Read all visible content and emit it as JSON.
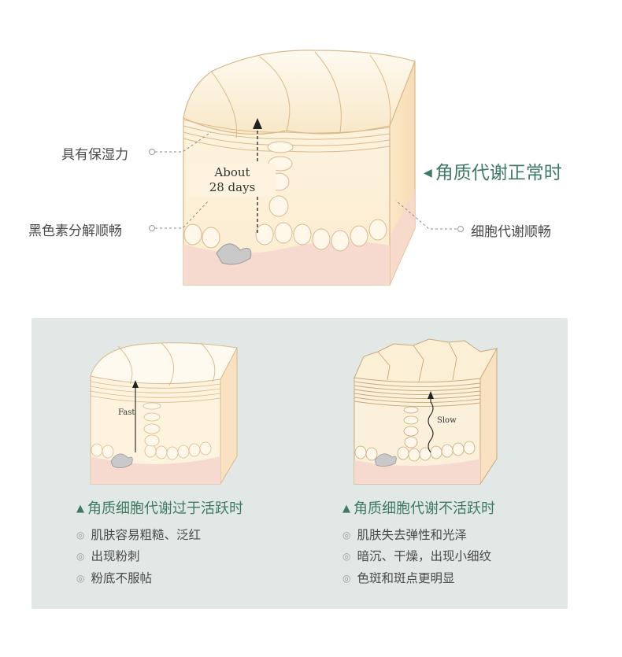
{
  "main_diagram": {
    "arrow_label_line1": "About",
    "arrow_label_line2": "28 days",
    "left_labels": [
      "具有保湿力",
      "黑色素分解顺畅"
    ],
    "right_label": "细胞代谢顺畅",
    "headline": "角质代谢正常时"
  },
  "comparison": {
    "fast": {
      "arrow_label": "Fast",
      "title": "角质细胞代谢过于活跃时",
      "items": [
        "肌肤容易粗糙、泛红",
        "出现粉刺",
        "粉底不服帖"
      ]
    },
    "slow": {
      "arrow_label": "Slow",
      "title": "角质细胞代谢不活跃时",
      "items": [
        "肌肤失去弹性和光泽",
        "暗沉、干燥，出现小细纹",
        "色斑和斑点更明显"
      ]
    }
  },
  "colors": {
    "accent_green": "#3f7a64",
    "panel_bg": "#e2e8e5",
    "skin_outline": "#d9b98a",
    "skin_fill": "#fbf1dc",
    "dermis_pink": "#f6d9cf"
  }
}
